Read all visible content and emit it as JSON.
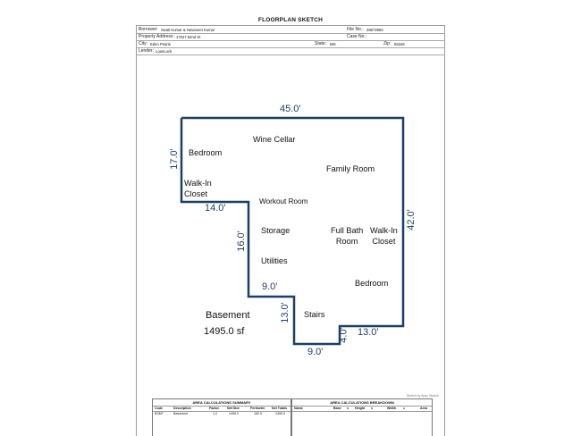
{
  "title": "FLOORPLAN SKETCH",
  "header": {
    "borrower_label": "Borrower:",
    "borrower": "Swati Kumar & Navaneet Kumar",
    "file_no_label": "File No.:",
    "file_no": "28672963",
    "address_label": "Property Address:",
    "address": "17027 62nd St",
    "case_no_label": "Case No.:",
    "case_no": "",
    "city_label": "City:",
    "city": "Eden Prairie",
    "state_label": "State:",
    "state": "MN",
    "zip_label": "Zip:",
    "zip": "55346",
    "lender_label": "Lender:",
    "lender": "LoanLock"
  },
  "rooms": {
    "wine_cellar": "Wine Cellar",
    "bedroom_1": "Bedroom",
    "walk_in_closet_1": [
      "Walk-In",
      "Closet"
    ],
    "family_room": "Family Room",
    "workout_room": "Workout Room",
    "storage": "Storage",
    "utilities": "Utilities",
    "full_bath": [
      "Full Bath",
      "Room"
    ],
    "walk_in_closet_2": [
      "Walk-In",
      "Closet"
    ],
    "bedroom_2": "Bedroom",
    "stairs": "Stairs"
  },
  "dimensions": {
    "top": "45.0'",
    "left_upper": "17.0'",
    "step_1": "14.0'",
    "inner_vertical_1": "16.0'",
    "step_2": "9.0'",
    "inner_vertical_2": "13.0'",
    "bottom": "9.0'",
    "small_vertical": "4.0'",
    "bottom_right": "13.0'",
    "right": "42.0'"
  },
  "area": {
    "name": "Basement",
    "size": "1495.0 sf"
  },
  "credit": "Sketch by Apex Sketch",
  "summary_table": {
    "title": "AREA CALCULATIONS SUMMARY",
    "headers": [
      "Code",
      "Description",
      "Factor",
      "Net Size",
      "Perimeter",
      "Net Totals"
    ],
    "rows": [
      [
        "BSMT",
        "Basement",
        "1.0",
        "1495.0",
        "182.0",
        "1495.0"
      ]
    ]
  },
  "breakdown_table": {
    "title": "AREA CALCULATIONS BREAKDOWN",
    "headers": [
      "Name",
      "Base",
      "x",
      "Height",
      "x",
      "Width",
      "=",
      "Area"
    ]
  },
  "colors": {
    "outline": "#1c3f66"
  }
}
